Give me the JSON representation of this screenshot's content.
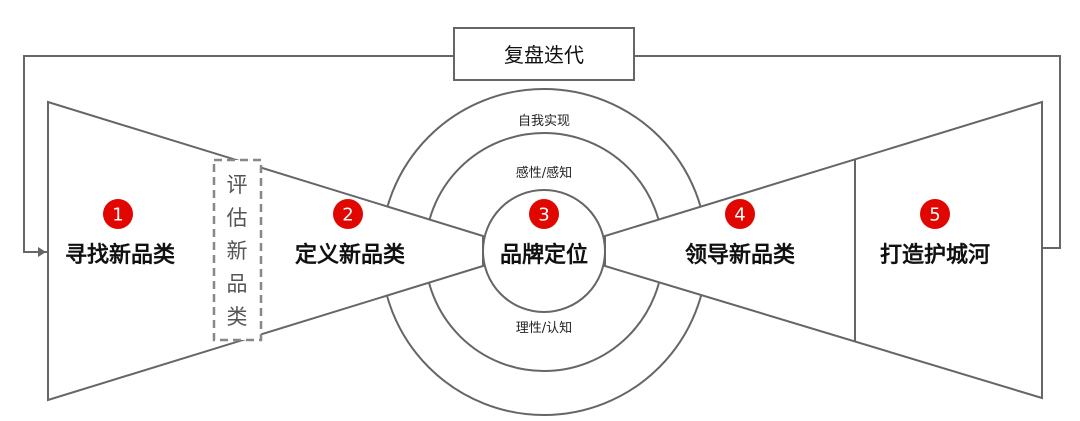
{
  "loop_label": "复盘迭代",
  "evaluate_label": "评估新品类",
  "rings": {
    "outer": "自我实现",
    "middle": "感性/感知",
    "lower": "理性/认知"
  },
  "stages": [
    {
      "num": "1",
      "label": "寻找新品类"
    },
    {
      "num": "2",
      "label": "定义新品类"
    },
    {
      "num": "3",
      "label": "品牌定位"
    },
    {
      "num": "4",
      "label": "领导新品类"
    },
    {
      "num": "5",
      "label": "打造护城河"
    }
  ],
  "colors": {
    "badge": "#e10600",
    "line": "#666666",
    "dashed": "#888888"
  }
}
